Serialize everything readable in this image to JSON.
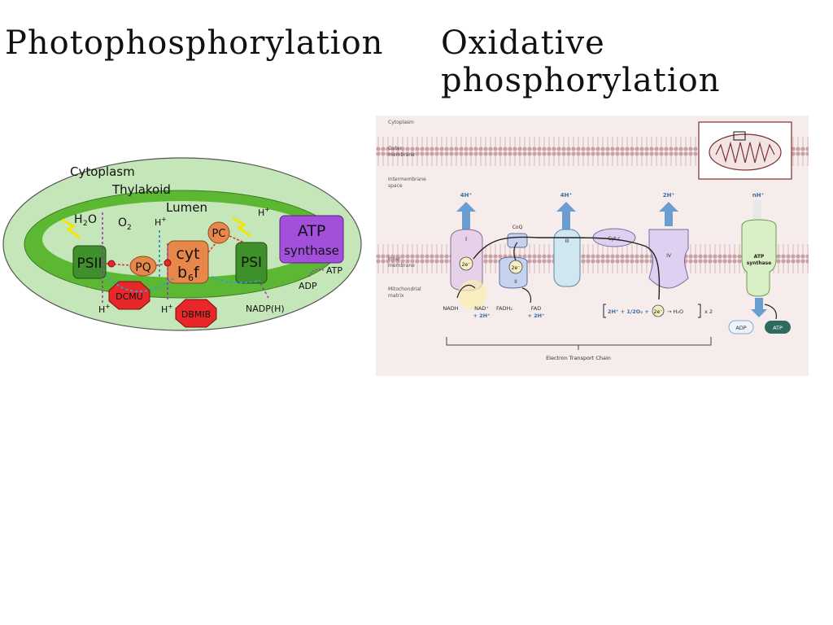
{
  "titles": {
    "left": "Photophosphorylation",
    "right": "Oxidative phosphorylation"
  },
  "photo": {
    "cytoplasm": "Cytoplasm",
    "thylakoid": "Thylakoid",
    "lumen": "Lumen",
    "psii": "PSII",
    "pq": "PQ",
    "cyt_line1": "cyt",
    "cyt_line2": "b",
    "cyt_sub": "6",
    "cyt_tail": "f",
    "pc": "PC",
    "psi": "PSI",
    "atp_line1": "ATP",
    "atp_line2": "synthase",
    "h2o": "H",
    "h2o_sub": "2",
    "h2o_tail": "O",
    "o2": "O",
    "o2_sub": "2",
    "h_plus": "H",
    "plus": "+",
    "dcmu": "DCMU",
    "dbmib": "DBMIB",
    "nadph": "NADP(H)",
    "adp": "ADP",
    "atp": "ATP",
    "colors": {
      "outer": "#c4e6b8",
      "thylakoid": "#5cb832",
      "lumen": "#c4e6b8",
      "complex_green": "#3f8f2a",
      "complex_orange": "#e8874a",
      "atp_synthase": "#a24fdc",
      "inhibitor": "#e8272a"
    }
  },
  "oxphos": {
    "cytoplasm": "Cytoplasm",
    "outer_membrane_1": "Outer",
    "outer_membrane_2": "membrane",
    "ims_1": "Intermembrane",
    "ims_2": "space",
    "inner_membrane_1": "Inner",
    "inner_membrane_2": "membrane",
    "matrix_1": "Mitochondrial",
    "matrix_2": "matrix",
    "h4_a": "4H⁺",
    "h4_b": "4H⁺",
    "h2": "2H⁺",
    "nh": "nH⁺",
    "complex_i": "I",
    "complex_ii": "II",
    "complex_iii": "III",
    "complex_iv": "IV",
    "coq": "CoQ",
    "cytc": "Cyt c",
    "two_e": "2e⁻",
    "nadh": "NADH",
    "nad": "NAD⁺",
    "nad_h": "+ 2H⁺",
    "fadh2": "FADH₂",
    "fad": "FAD",
    "fad_h": "+ 2H⁺",
    "water_eq_a": "2H⁺ + 1/2O₂ +",
    "water_eq_b": "→  H₂O",
    "x2": "x 2",
    "atp_syn_1": "ATP",
    "atp_syn_2": "synthase",
    "adp": "ADP",
    "atp": "ATP",
    "etc_label": "Electron Transport Chain",
    "colors": {
      "membrane": "#c9a0a3",
      "arrow": "#6a9ed0",
      "complex_i": "#e6d0ea",
      "complex_ii": "#c7d2ee",
      "complex_iii": "#cfe7f0",
      "complex_iv": "#ddd0f0",
      "atp_synthase": "#d9efc6",
      "atp_badge": "#2e6a5f"
    }
  }
}
